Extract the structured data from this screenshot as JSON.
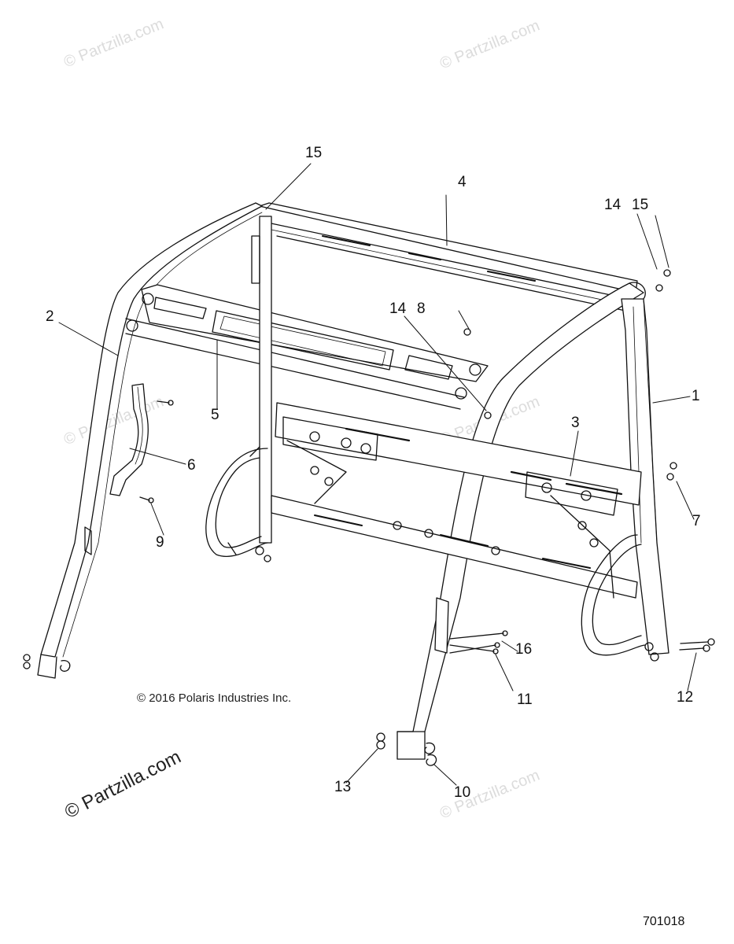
{
  "diagram": {
    "copyright": "© 2016 Polaris Industries Inc.",
    "diagram_id": "701018",
    "watermark": "© Partzilla.com",
    "watermark_main": "© Partzilla.com"
  },
  "callouts": {
    "c1": "1",
    "c2": "2",
    "c3": "3",
    "c4": "4",
    "c5": "5",
    "c6": "6",
    "c7": "7",
    "c8": "8",
    "c9": "9",
    "c10": "10",
    "c11": "11",
    "c12": "12",
    "c13": "13",
    "c14a": "14",
    "c14b": "14",
    "c15a": "15",
    "c15b": "15",
    "c16": "16"
  }
}
